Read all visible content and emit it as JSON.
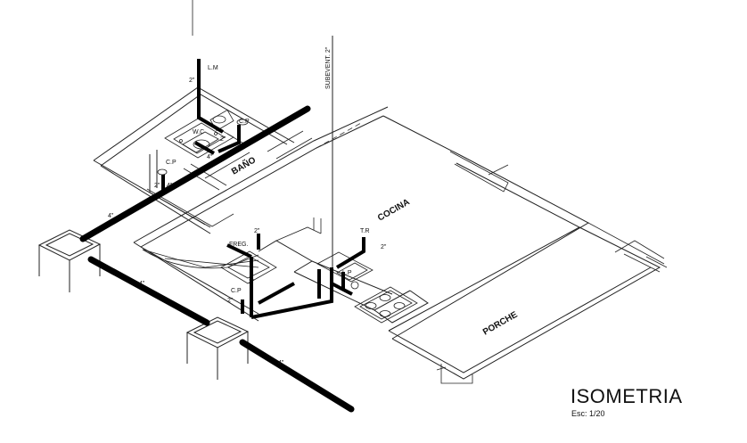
{
  "drawing": {
    "title": "ISOMETRIA",
    "scale": "Esc: 1/20"
  },
  "rooms": {
    "bano": "BAÑO",
    "cocina": "COCINA",
    "porche": "PORCHE"
  },
  "labels": {
    "lm": "L.M",
    "wc": "W.C",
    "cp_top": "C.P",
    "cp_left": "C.P",
    "cp_bottom": "C.P",
    "freg": "FREG.",
    "tr": "T.R",
    "lp": "L.P",
    "subevent": "SUBEVENT. 2\""
  },
  "pipe_sizes": {
    "lm_riser": "2\"",
    "wc_branch": "2\"",
    "wc_drain": "4\"",
    "cp_branch": "2\"",
    "cp_branch_b": "4\"",
    "main_bano": "4\"",
    "freg_riser": "2\"",
    "tr_branch": "2\"",
    "cp_cocina": "2\"",
    "cp_cocina_b": "2\"",
    "main_mid": "4\"",
    "main_out": "4\""
  }
}
